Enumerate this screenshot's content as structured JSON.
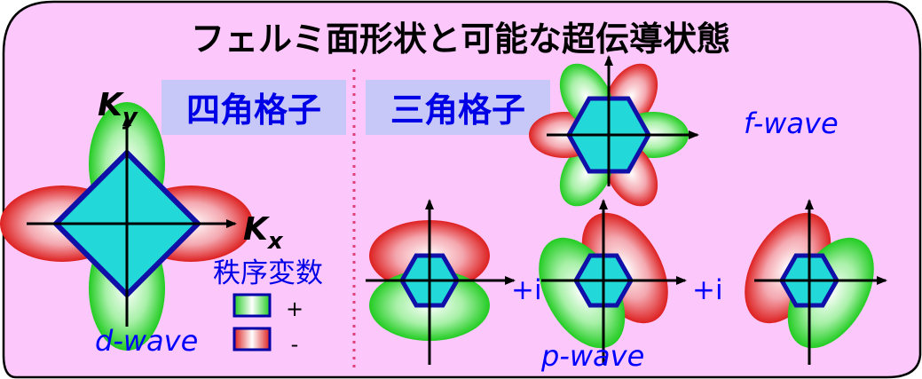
{
  "title": "フェルミ面形状と可能な超伝導状態",
  "panels": {
    "square": {
      "label": "四角格子"
    },
    "triangular": {
      "label": "三角格子"
    }
  },
  "axes": {
    "ky": {
      "base": "K",
      "sub": "y"
    },
    "kx": {
      "base": "K",
      "sub": "x"
    }
  },
  "waves": {
    "d": "d-wave",
    "f": "f-wave",
    "p": "p-wave"
  },
  "legend": {
    "title": "秩序変数",
    "plus": "+",
    "minus": "-"
  },
  "imaginary_label": "+i",
  "colors": {
    "frame_fill": "#fcc8fc",
    "frame_stroke": "#000000",
    "tag_fill": "#c8c8f8",
    "tag_text": "#0000e6",
    "wave_text": "#0000ff",
    "fermi_fill": "#22d8d8",
    "fermi_stroke": "#1010a8",
    "lobe_positive": "#22cc22",
    "lobe_negative": "#dd2020",
    "divider": "#e0407a"
  }
}
